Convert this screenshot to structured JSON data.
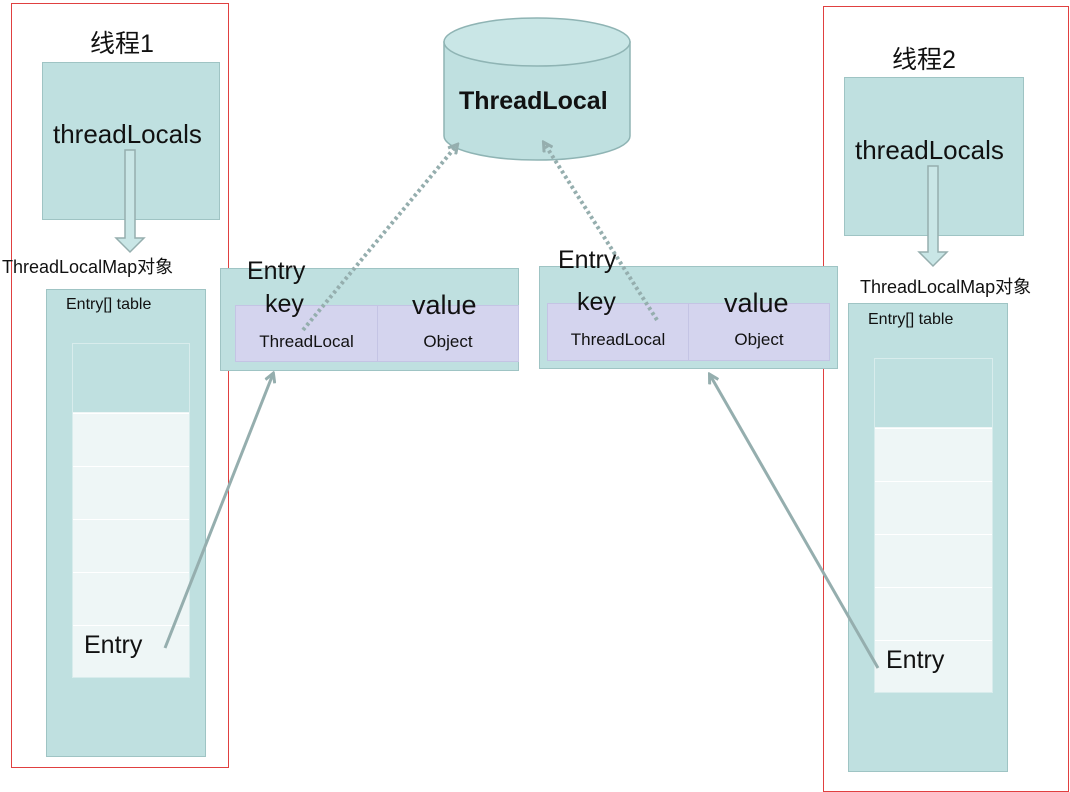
{
  "thread1": {
    "title": "线程1",
    "thread_locals": "threadLocals",
    "map_label": "ThreadLocalMap对象",
    "table_label": "Entry[] table",
    "entry_label": "Entry"
  },
  "thread2": {
    "title": "线程2",
    "thread_locals": "threadLocals",
    "map_label": "ThreadLocalMap对象",
    "table_label": "Entry[] table",
    "entry_label": "Entry"
  },
  "threadlocal": {
    "label": "ThreadLocal"
  },
  "entry_left": {
    "title": "Entry",
    "key_header": "key",
    "value_header": "value",
    "key_value": "ThreadLocal",
    "value_value": "Object"
  },
  "entry_right": {
    "title": "Entry",
    "key_header": "key",
    "value_header": "value",
    "key_value": "ThreadLocal",
    "value_value": "Object"
  },
  "colors": {
    "thread_border": "#e04040",
    "teal_fill": "#bfe0e0",
    "cell_fill": "#d4d4ee",
    "arrow": "#95aeae"
  }
}
